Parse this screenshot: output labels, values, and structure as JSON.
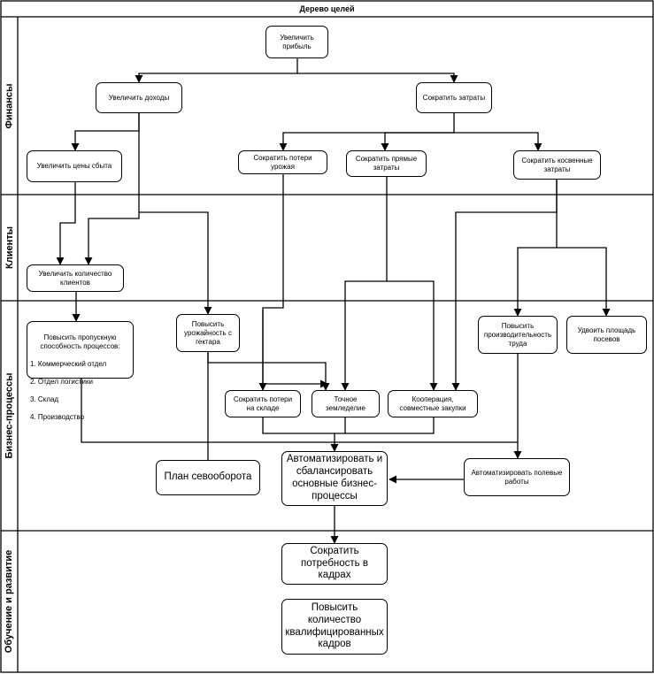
{
  "diagram": {
    "title": "Дерево целей",
    "lanes": {
      "finance": "Финансы",
      "clients": "Клиенты",
      "processes": "Бизнес-процессы",
      "learning": "Обучение и развитие"
    },
    "nodes": {
      "increase_profit": "Увеличить\nприбыль",
      "increase_income": "Увеличить доходы",
      "cut_costs": "Сократить затраты",
      "raise_prices": "Увеличить цены сбыта",
      "cut_crop_losses": "Сократить потери\nурожая",
      "cut_direct_costs": "Сократить прямые\nзатраты",
      "cut_indirect_costs": "Сократить косвенные\nзатраты",
      "increase_clients": "Увеличить количество\nклиентов",
      "throughput_title": "Повысить пропускную\nспособность процессов:",
      "throughput_items": [
        "1. Коммерческий отдел",
        "2. Отдел логистики",
        "3. Склад",
        "4. Производство"
      ],
      "increase_yield": "Повысить\nурожайность с\nгектара",
      "increase_productivity": "Повысить\nпроизводительность\nтруда",
      "double_area": "Удвоить площадь\nпосевов",
      "cut_storage_losses": "Сократить потери\nна складе",
      "precision_farming": "Точное\nземледелие",
      "cooperation": "Кооперация,\nсовместные закупки",
      "crop_rotation_plan": "План севооборота",
      "automate_processes": "Автоматизировать и\nсбалансировать\nосновные бизнес-\nпроцессы",
      "automate_fieldwork": "Автоматизировать полевые\nработы",
      "reduce_staff_need": "Сократить\nпотребность в\nкадрах",
      "increase_qualified_staff": "Повысить\nколичество\nквалифицированных\nкадров"
    }
  }
}
